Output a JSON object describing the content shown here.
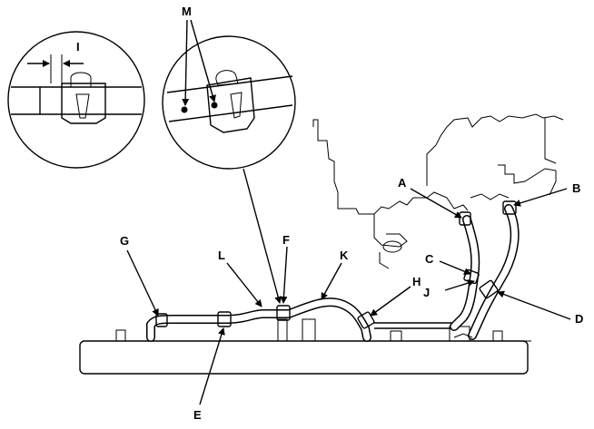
{
  "callouts": {
    "A": "A",
    "B": "B",
    "C": "C",
    "D": "D",
    "E": "E",
    "F": "F",
    "G": "G",
    "H": "H",
    "I": "I",
    "J": "J",
    "K": "K",
    "L": "L",
    "M": "M"
  }
}
